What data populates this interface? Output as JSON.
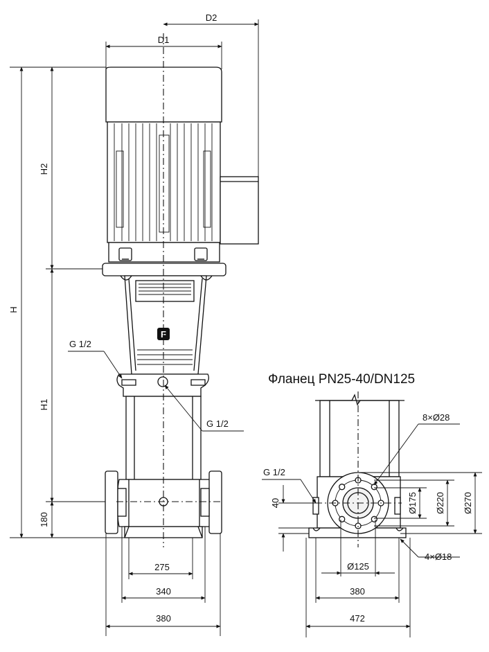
{
  "flange_title": "Фланец PN25-40/DN125",
  "side": {
    "d1": "D1",
    "d2": "D2",
    "h": "H",
    "h1": "H1",
    "h2": "H2",
    "g_left": "G 1/2",
    "g_right": "G 1/2",
    "h_180": "180",
    "w_275": "275",
    "w_340": "340",
    "w_380": "380",
    "logo": "F"
  },
  "flange": {
    "g": "G 1/2",
    "holes_8": "8×Ø28",
    "d175": "Ø175",
    "d220": "Ø220",
    "d270": "Ø270",
    "h40": "40",
    "d125": "Ø125",
    "holes_4": "4×Ø18",
    "w380": "380",
    "w472": "472"
  }
}
